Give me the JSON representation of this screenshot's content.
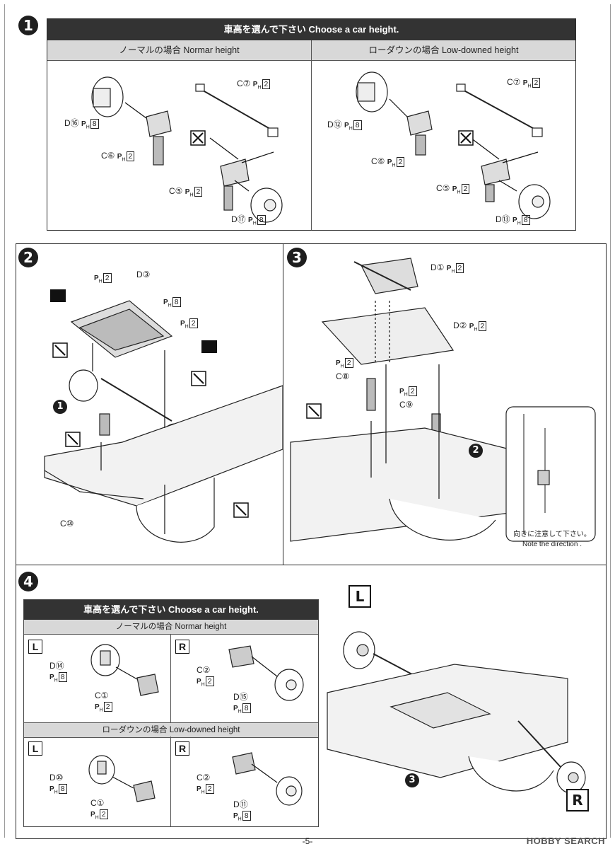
{
  "step1": {
    "number": "1",
    "header": "車高を選んで下さい  Choose a car height.",
    "normal_label": "ノーマルの場合  Normar height",
    "low_label": "ローダウンの場合  Low-downed height",
    "normal_parts": [
      {
        "code": "C⑦",
        "runner": "2"
      },
      {
        "code": "D⑯",
        "runner": "8"
      },
      {
        "code": "C⑥",
        "runner": "2"
      },
      {
        "code": "C⑤",
        "runner": "2"
      },
      {
        "code": "D⑰",
        "runner": "8"
      }
    ],
    "low_parts": [
      {
        "code": "C⑦",
        "runner": "2"
      },
      {
        "code": "D⑫",
        "runner": "8"
      },
      {
        "code": "C⑥",
        "runner": "2"
      },
      {
        "code": "C⑤",
        "runner": "2"
      },
      {
        "code": "D⑬",
        "runner": "8"
      }
    ]
  },
  "step2": {
    "number": "2",
    "parts": [
      {
        "code": "",
        "runner": "2"
      },
      {
        "code": "D③",
        "runner": ""
      },
      {
        "code": "",
        "runner": "8"
      },
      {
        "code": "",
        "runner": "2"
      },
      {
        "code": "C⑩",
        "runner": ""
      }
    ],
    "callout": "1"
  },
  "step3": {
    "number": "3",
    "parts": [
      {
        "code": "D①",
        "runner": "2"
      },
      {
        "code": "D②",
        "runner": "2"
      },
      {
        "code": "C⑧",
        "runner": "2"
      },
      {
        "code": "C⑨",
        "runner": "2"
      }
    ],
    "callout": "2",
    "note_jp": "向きに注意して下さい。",
    "note_en": "Note the direction ."
  },
  "step4": {
    "number": "4",
    "header": "車高を選んで下さい  Choose a car height.",
    "normal_label": "ノーマルの場合  Normar height",
    "low_label": "ローダウンの場合  Low-downed height",
    "left": "L",
    "right": "R",
    "normal_L": [
      {
        "code": "D⑭",
        "runner": "8"
      },
      {
        "code": "C①",
        "runner": "2"
      }
    ],
    "normal_R": [
      {
        "code": "C②",
        "runner": "2"
      },
      {
        "code": "D⑮",
        "runner": "8"
      }
    ],
    "low_L": [
      {
        "code": "D⑩",
        "runner": "8"
      },
      {
        "code": "C①",
        "runner": "2"
      }
    ],
    "low_R": [
      {
        "code": "C②",
        "runner": "2"
      },
      {
        "code": "D⑪",
        "runner": "8"
      }
    ],
    "callout": "3"
  },
  "runner_prefix": "P",
  "runner_sub": "H",
  "page_number": "-5-",
  "watermark": "HOBBY SEARCH"
}
